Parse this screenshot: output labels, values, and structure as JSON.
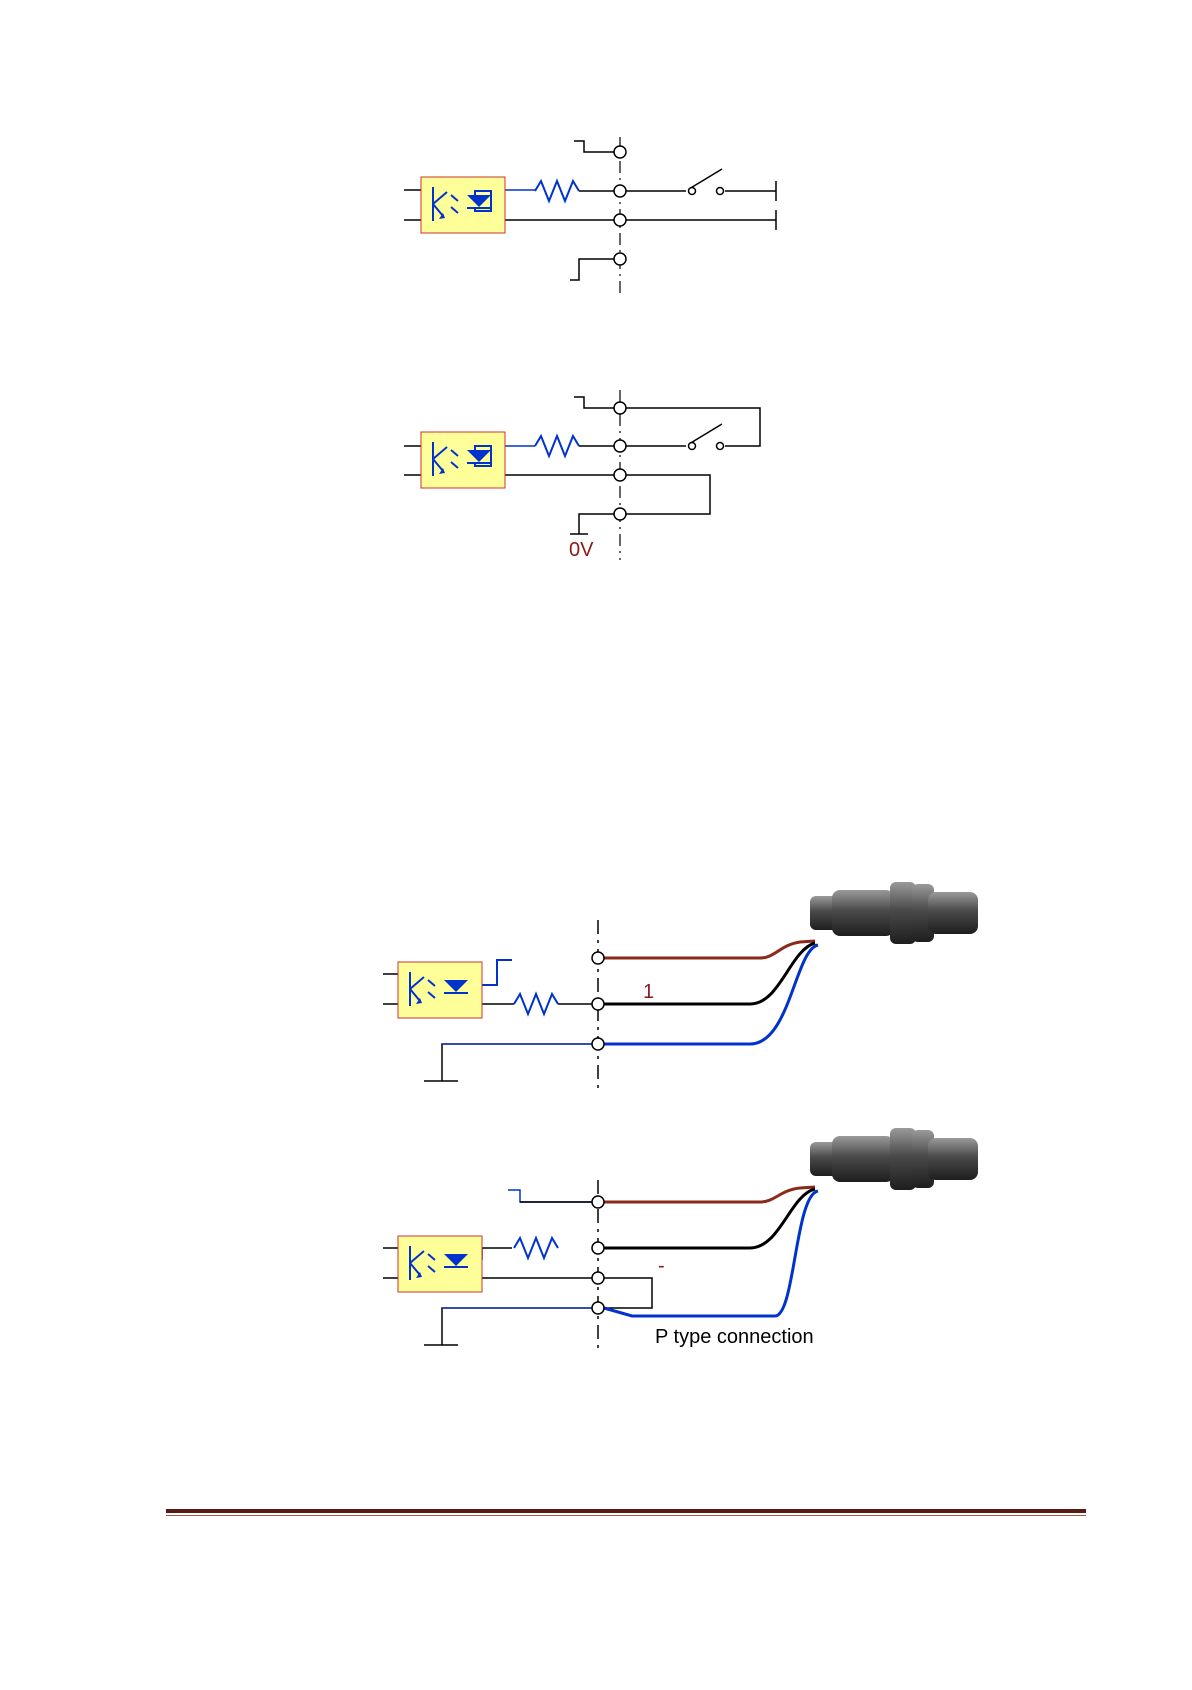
{
  "diagrams": [
    {
      "id": "switch-npn-wiring",
      "labels": []
    },
    {
      "id": "switch-pnp-wiring",
      "labels": [
        "0V"
      ]
    },
    {
      "id": "sensor-npn-wiring",
      "labels": [
        "1"
      ]
    },
    {
      "id": "sensor-pnp-wiring",
      "labels": [
        "-",
        "P type connection"
      ]
    }
  ],
  "colors": {
    "wire": "#000000",
    "blue_wire": "#0033cc",
    "brown_wire": "#8b2a1a",
    "optocoupler_fill": "#ffff99",
    "optocoupler_border": "#cc3333"
  },
  "icons": [
    "optocoupler-icon",
    "resistor-icon",
    "switch-icon",
    "proximity-sensor-icon",
    "ground-icon"
  ]
}
